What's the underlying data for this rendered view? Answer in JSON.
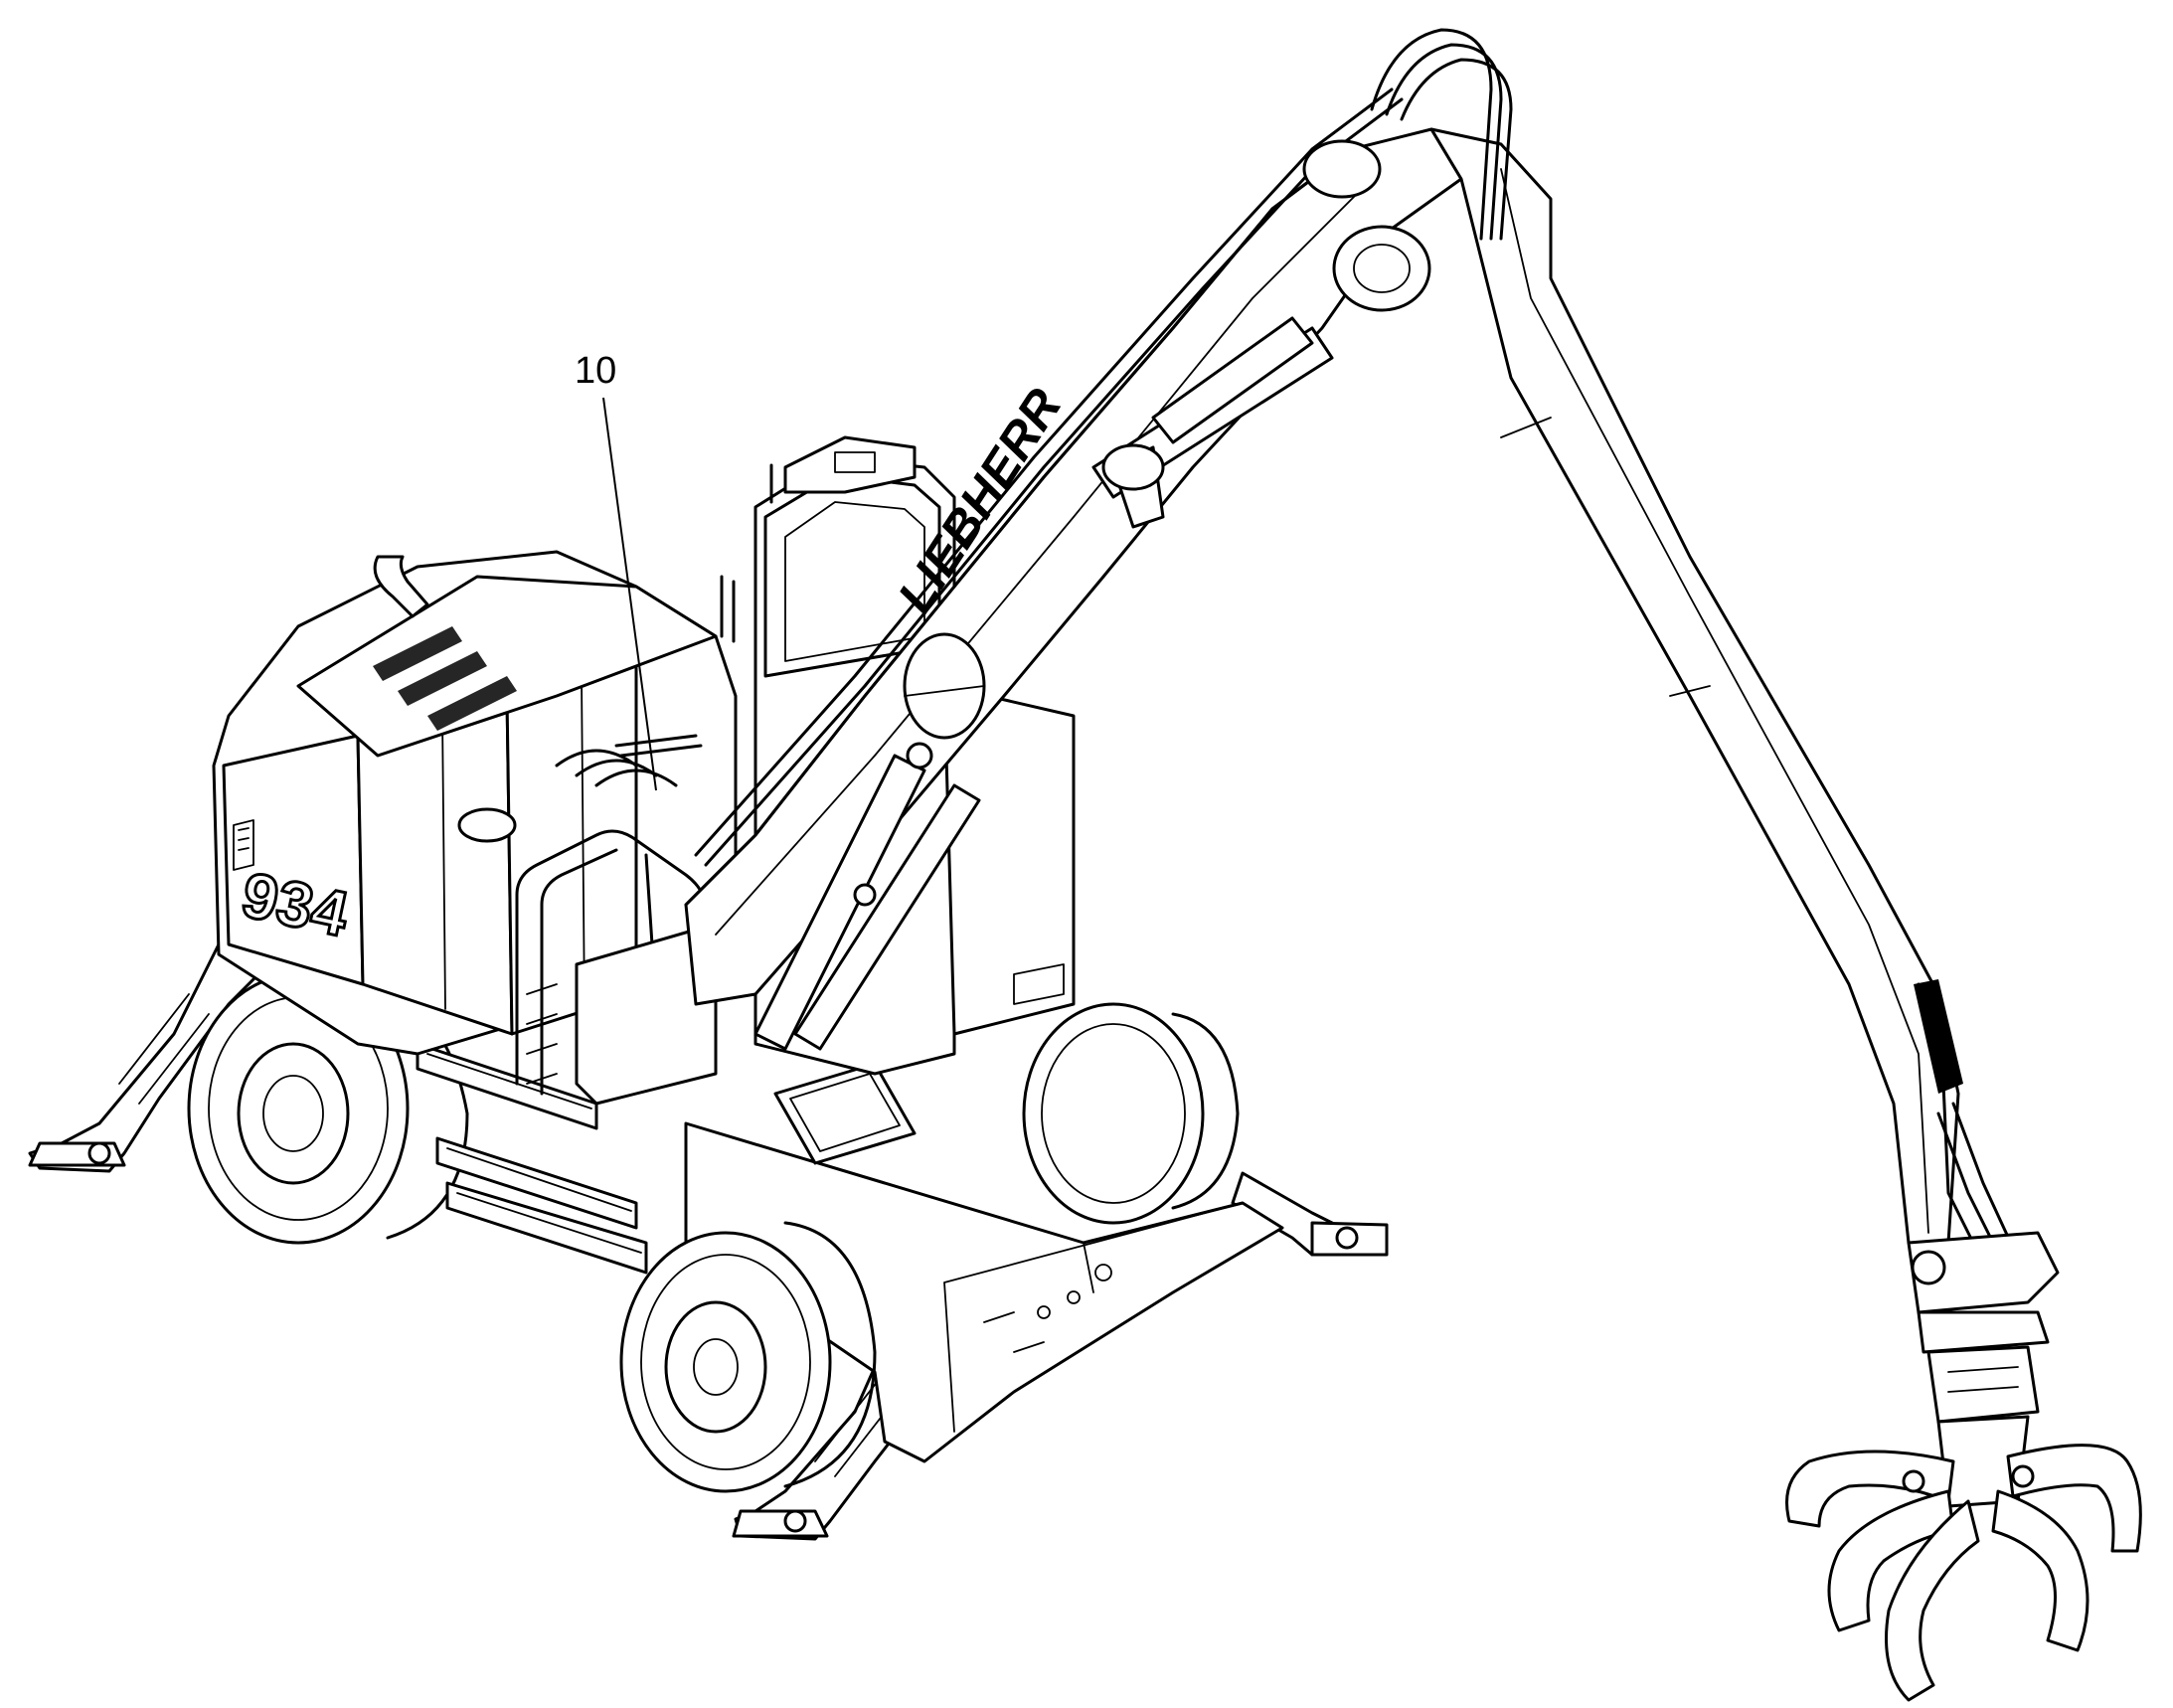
{
  "figure": {
    "callouts": [
      {
        "id": "callout-10",
        "label": "10"
      }
    ],
    "brand_text": "LIEBHERR",
    "model_text": "934",
    "colors": {
      "line": "#000000",
      "background": "#ffffff"
    }
  }
}
